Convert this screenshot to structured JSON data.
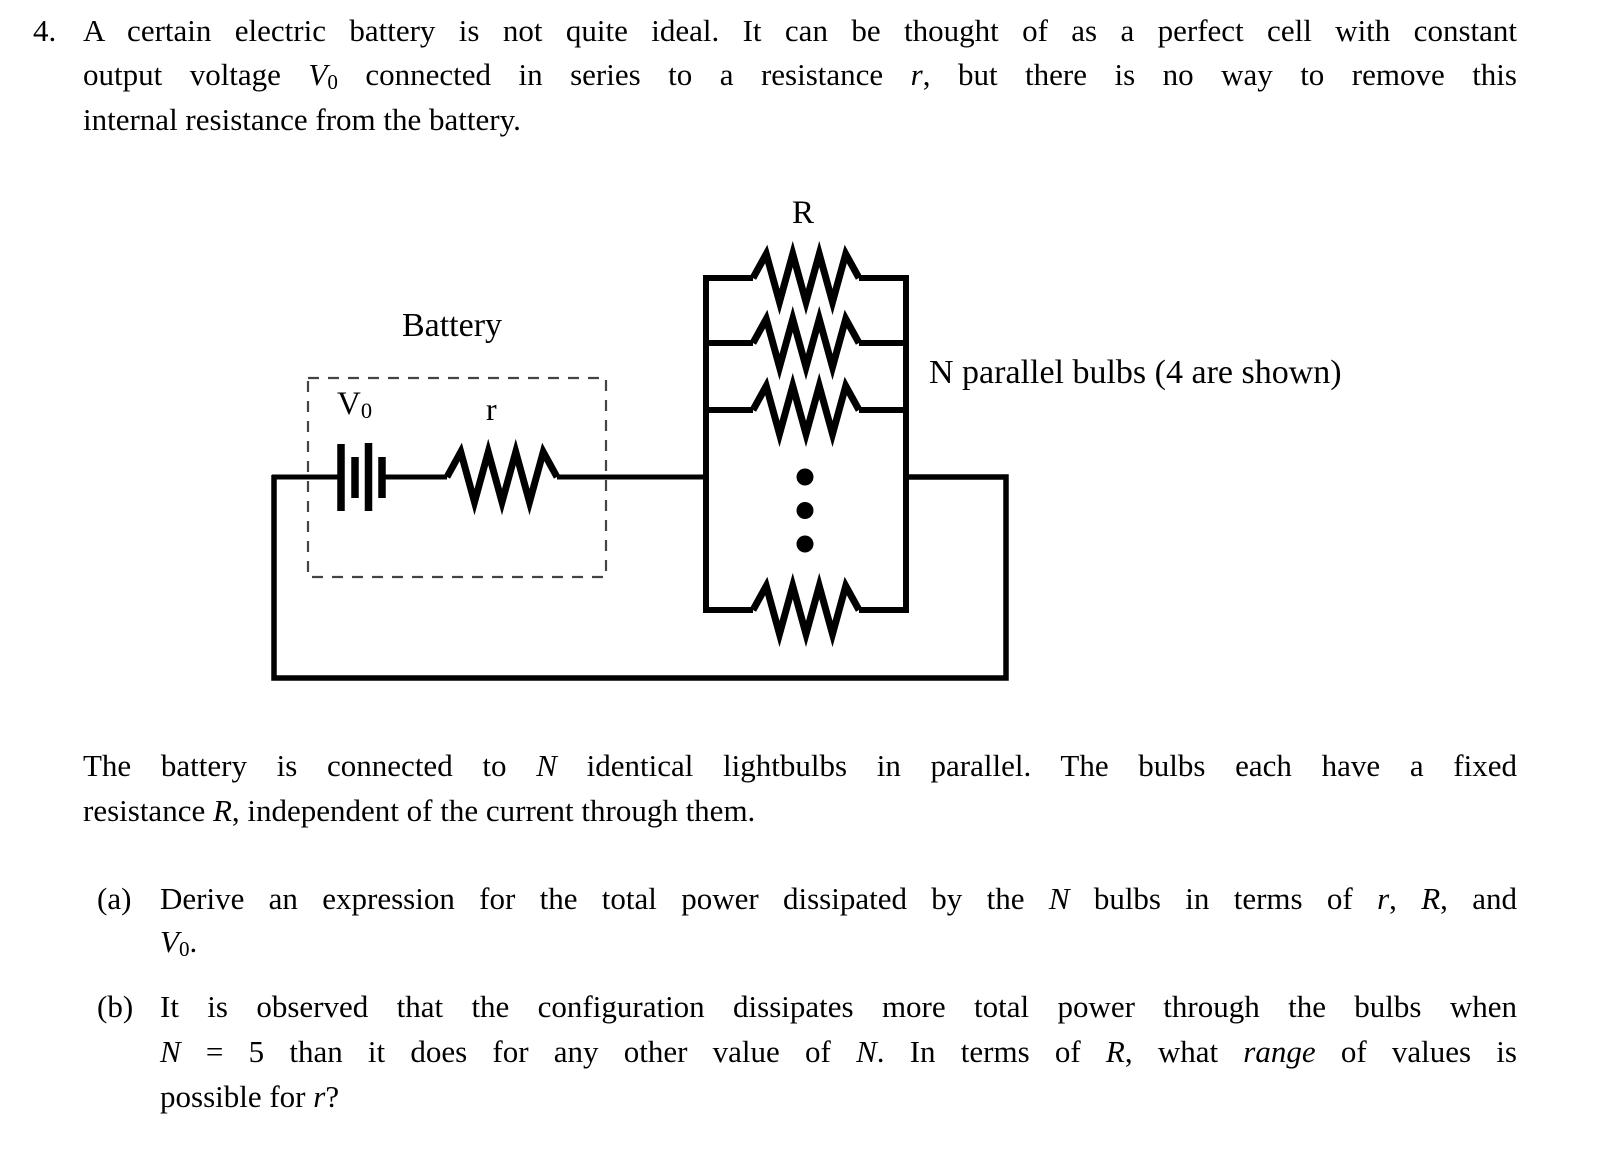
{
  "problem": {
    "number": "4.",
    "lines": {
      "l1": [
        {
          "t": "A certain electric battery is not quite ideal. It can be thought of as a perfect cell with constant"
        }
      ],
      "l2": [
        {
          "t": "output voltage "
        },
        {
          "t": "V",
          "i": true
        },
        {
          "t": "0",
          "sub": true
        },
        {
          "t": " connected in series to a resistance "
        },
        {
          "t": "r",
          "i": true
        },
        {
          "t": ", but there is no way to remove this"
        }
      ],
      "l3": [
        {
          "t": "internal resistance from the battery."
        }
      ]
    }
  },
  "figure": {
    "bulb_resistance_label": "R",
    "battery_label": "Battery",
    "v0_label": [
      {
        "t": "V"
      },
      {
        "t": "0",
        "sub": true
      }
    ],
    "internal_resistance_label": "r",
    "bulbs_note": "N parallel bulbs (4 are shown)"
  },
  "paragraph": {
    "l1": [
      {
        "t": "The battery is connected to "
      },
      {
        "t": "N",
        "i": true
      },
      {
        "t": " identical lightbulbs in parallel. The bulbs each have a fixed"
      }
    ],
    "l2": [
      {
        "t": "resistance "
      },
      {
        "t": "R",
        "i": true
      },
      {
        "t": ", independent of the current through them."
      }
    ]
  },
  "part_a": {
    "label": "(a)",
    "l1": [
      {
        "t": "Derive an expression for the total power dissipated by the "
      },
      {
        "t": "N",
        "i": true
      },
      {
        "t": " bulbs in terms of "
      },
      {
        "t": "r",
        "i": true
      },
      {
        "t": ", "
      },
      {
        "t": "R",
        "i": true
      },
      {
        "t": ", and"
      }
    ],
    "l2": [
      {
        "t": "V",
        "i": true
      },
      {
        "t": "0",
        "sub": true
      },
      {
        "t": "."
      }
    ]
  },
  "part_b": {
    "label": "(b)",
    "l1": [
      {
        "t": "It is observed that the configuration dissipates more total power through the bulbs when"
      }
    ],
    "l2": [
      {
        "t": "N",
        "i": true
      },
      {
        "t": " = 5 than it does for any other value of "
      },
      {
        "t": "N",
        "i": true
      },
      {
        "t": ". In terms of "
      },
      {
        "t": "R",
        "i": true
      },
      {
        "t": ", what "
      },
      {
        "t": "range",
        "i": true
      },
      {
        "t": " of values is"
      }
    ],
    "l3": [
      {
        "t": "possible for "
      },
      {
        "t": "r",
        "i": true
      },
      {
        "t": "?"
      }
    ]
  },
  "colors": {
    "ink": "#000000",
    "dashed_box": "#444444",
    "background": "#ffffff"
  }
}
